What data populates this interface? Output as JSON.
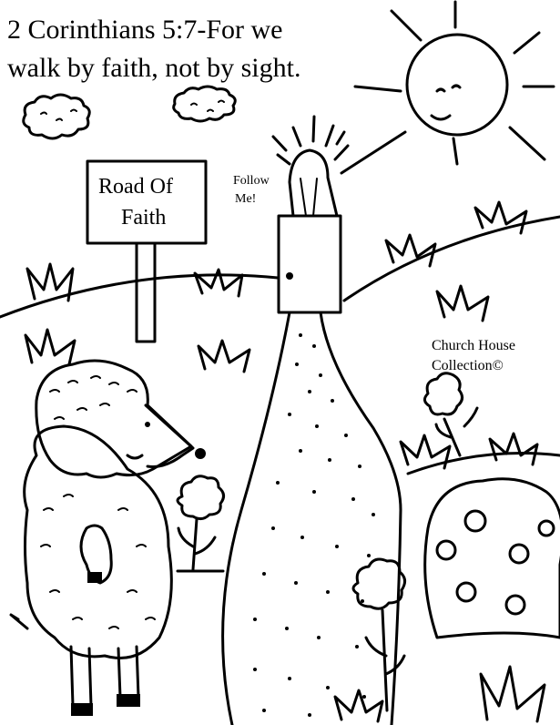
{
  "verse": {
    "line1": "2 Corinthians 5:7-For we",
    "line2": "walk by faith, not by sight."
  },
  "sign": {
    "line1": "Road Of",
    "line2": "Faith"
  },
  "speech": {
    "line1": "Follow",
    "line2": "Me!"
  },
  "credit": {
    "line1": "Church House",
    "line2": "Collection©"
  }
}
